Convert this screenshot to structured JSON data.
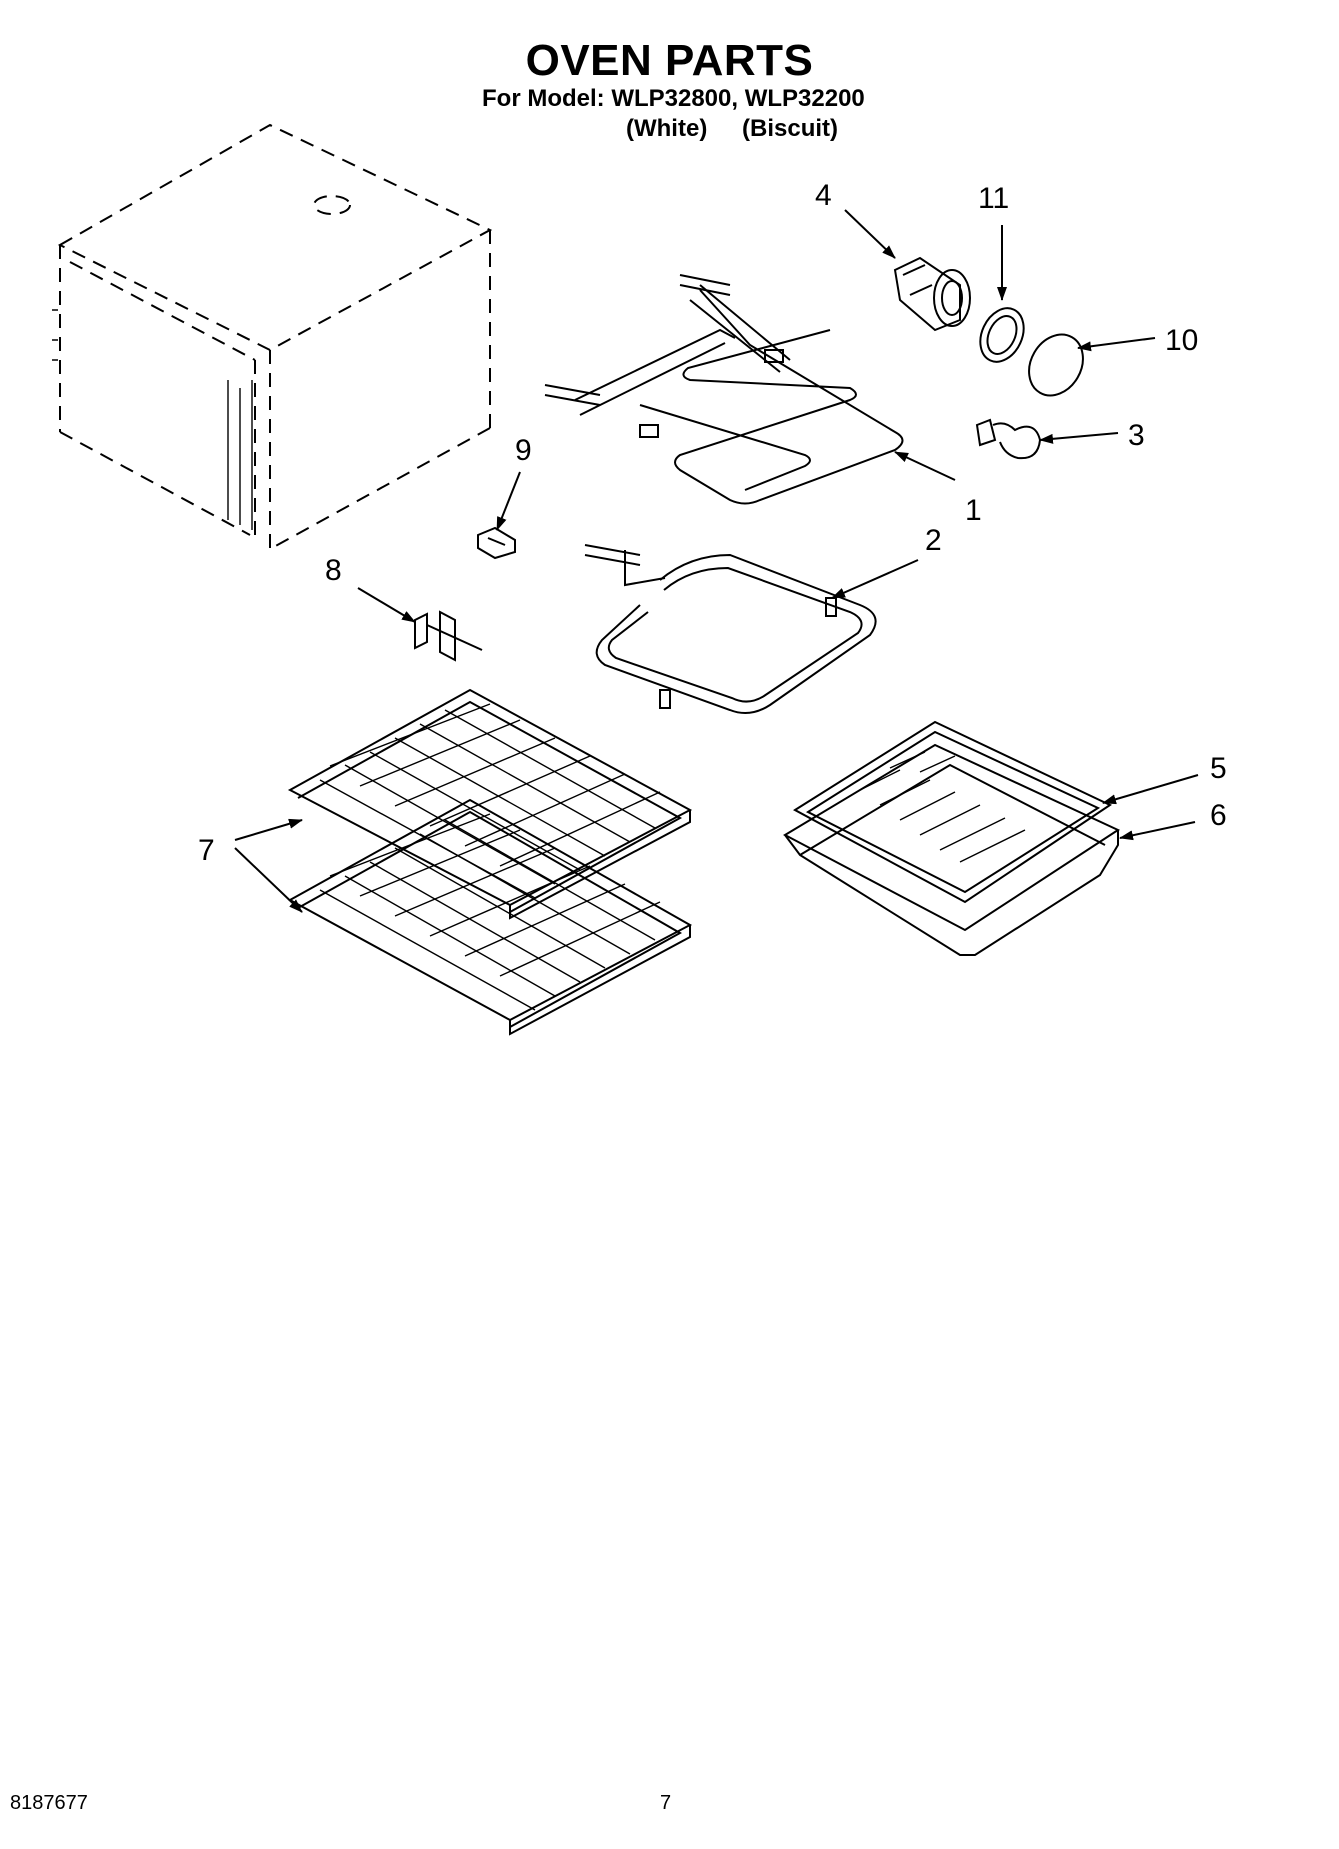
{
  "page": {
    "title": "OVEN PARTS",
    "model_line": "For Model: WLP32800, WLP32200",
    "variants": [
      "(White)",
      "(Biscuit)"
    ],
    "document_number": "8187677",
    "page_number": "7"
  },
  "callouts": [
    "1",
    "2",
    "3",
    "4",
    "5",
    "6",
    "7",
    "8",
    "9",
    "10",
    "11"
  ]
}
